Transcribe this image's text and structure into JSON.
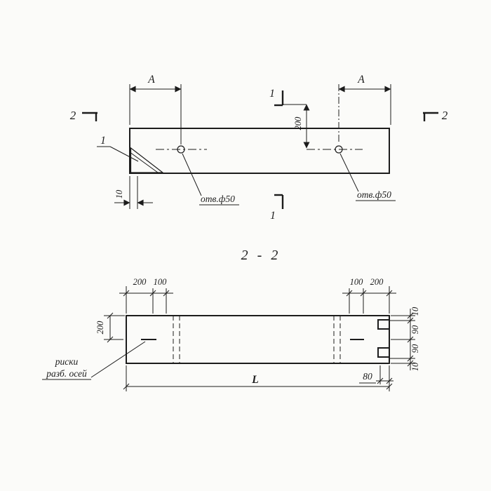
{
  "colors": {
    "ink": "#1c1c1c",
    "paper": "#fbfbf9"
  },
  "top_view": {
    "dim_a_left": "A",
    "dim_a_right": "A",
    "dim_200": "200",
    "dim_10": "10",
    "section_mark_2_left": "2",
    "section_mark_2_right": "2",
    "section_mark_1_top": "1",
    "section_mark_1_bottom": "1",
    "detail_callout": "1",
    "hole_label_left": "отв.ф50",
    "hole_label_right": "отв.ф50"
  },
  "section_title": "2 - 2",
  "bottom_view": {
    "dim_top_left_1": "200",
    "dim_top_left_2": "100",
    "dim_top_right_1": "100",
    "dim_top_right_2": "200",
    "dim_left_height": "200",
    "dim_right_1": "10",
    "dim_right_2": "90",
    "dim_right_3": "90",
    "dim_right_4": "10",
    "dim_length": "L",
    "dim_notch": "80",
    "axis_marks_label_line1": "риски",
    "axis_marks_label_line2": "разб. осей"
  }
}
